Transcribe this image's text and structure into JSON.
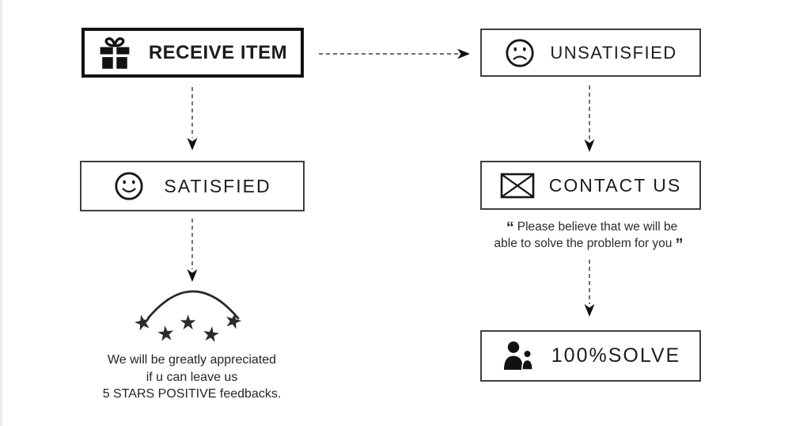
{
  "flowchart": {
    "receive_item": {
      "label": "RECEIVE ITEM",
      "icon": "gift"
    },
    "unsatisfied": {
      "label": "UNSATISFIED",
      "icon": "sad-face"
    },
    "satisfied": {
      "label": "SATISFIED",
      "icon": "smiley-face"
    },
    "contact_us": {
      "label": "CONTACT US",
      "icon": "envelope"
    },
    "solve": {
      "label": "100%SOLVE",
      "icon": "people"
    }
  },
  "quote": {
    "open_mark": "“",
    "line1": "Please believe that we will be",
    "line2": "able to solve the problem for you",
    "close_mark": "”"
  },
  "feedback": {
    "stars": [
      "★",
      "★",
      "★",
      "★",
      "★"
    ],
    "line1": "We will be greatly appreciated",
    "line2": "if u can leave us",
    "line3": "5 STARS POSITIVE feedbacks."
  },
  "colors": {
    "ink": "#1c1c1c",
    "dashed_line": "#5a5a5a",
    "arrowhead": "#111111",
    "background": "#ffffff"
  }
}
